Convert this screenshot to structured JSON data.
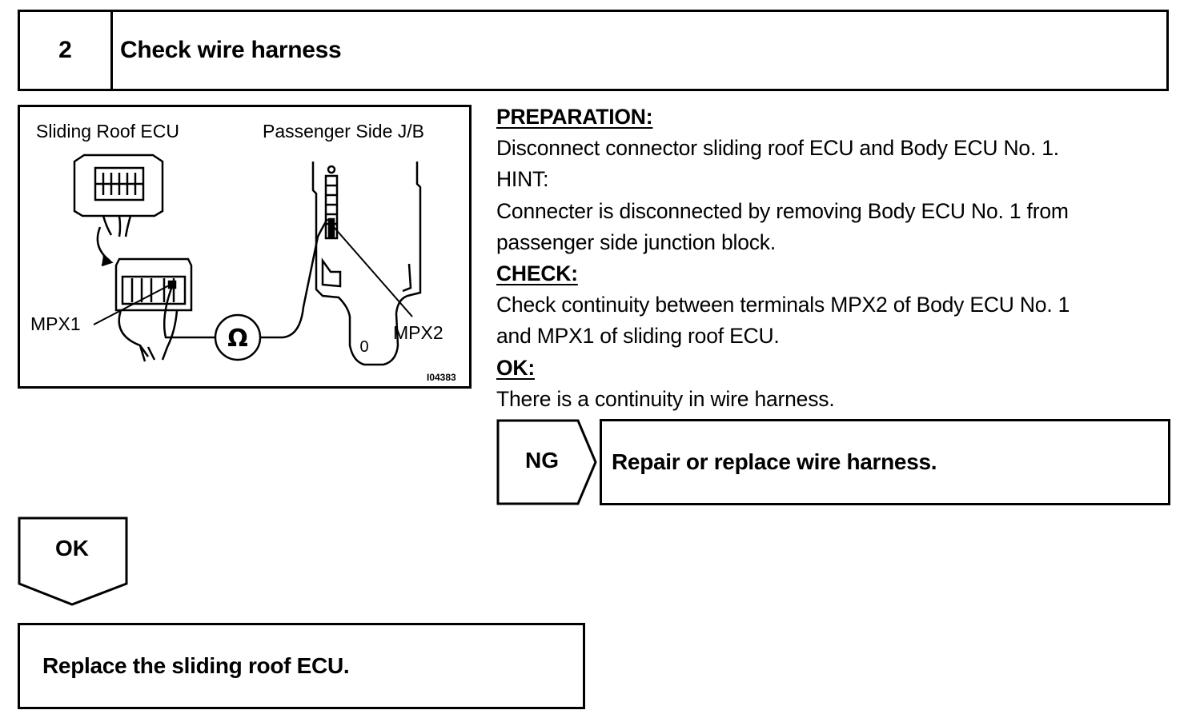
{
  "step": {
    "number": "2",
    "title": "Check wire harness"
  },
  "diagram": {
    "label_sliding_roof_ecu": "Sliding Roof ECU",
    "label_passenger_side_jb": "Passenger Side J/B",
    "label_mpx1": "MPX1",
    "label_mpx2": "MPX2",
    "ohmmeter_symbol": "Ω",
    "zero_mark": "0",
    "figure_id": "I04383"
  },
  "instructions": {
    "preparation_heading": "PREPARATION:",
    "preparation_text": "Disconnect connector sliding roof ECU and Body ECU No. 1.",
    "hint_heading": "HINT:",
    "hint_line1": "Connecter is disconnected by removing Body ECU No. 1 from",
    "hint_line2": "passenger side junction block.",
    "check_heading": "CHECK:",
    "check_line1": "Check continuity between terminals MPX2 of Body ECU No. 1",
    "check_line2": "and MPX1 of sliding roof ECU.",
    "ok_heading": "OK:",
    "ok_text": "There is a continuity in wire harness."
  },
  "flow": {
    "ng_label": "NG",
    "ng_action": "Repair or replace wire harness.",
    "ok_label": "OK",
    "ok_action": "Replace the sliding roof ECU."
  }
}
